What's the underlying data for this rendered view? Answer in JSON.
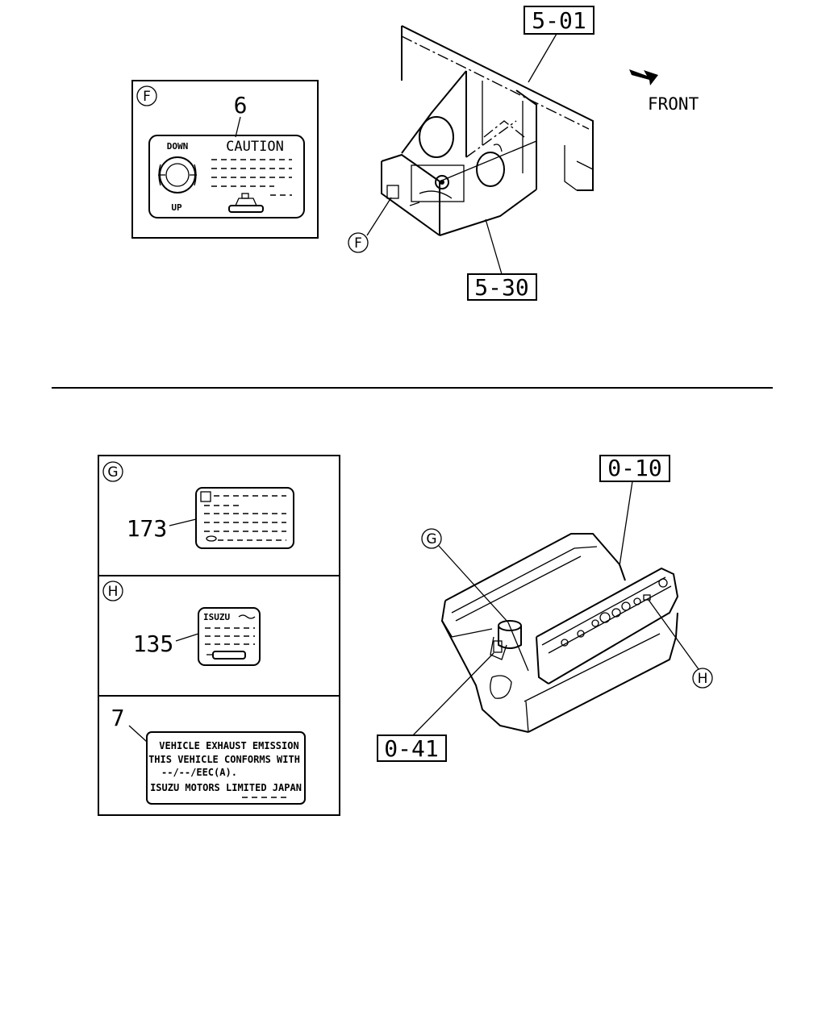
{
  "top_section": {
    "ref_5_01": "5-01",
    "ref_5_30": "5-30",
    "front_label": "FRONT",
    "callout_f": "F",
    "detail_f": {
      "letter": "F",
      "part_number": "6",
      "caution_label": "CAUTION",
      "down_label": "DOWN",
      "up_label": "UP"
    }
  },
  "bottom_section": {
    "ref_0_10": "0-10",
    "ref_0_41": "0-41",
    "callout_g": "G",
    "callout_h": "H",
    "detail_g": {
      "letter": "G",
      "part_number": "173"
    },
    "detail_h": {
      "letter": "H",
      "part_number": "135",
      "brand": "ISUZU"
    },
    "detail_7": {
      "part_number": "7",
      "line1": "VEHICLE EXHAUST EMISSION",
      "line2": "THIS VEHICLE CONFORMS WITH",
      "line3": "--/--/EEC(A).",
      "line4": "ISUZU MOTORS LIMITED JAPAN"
    }
  }
}
